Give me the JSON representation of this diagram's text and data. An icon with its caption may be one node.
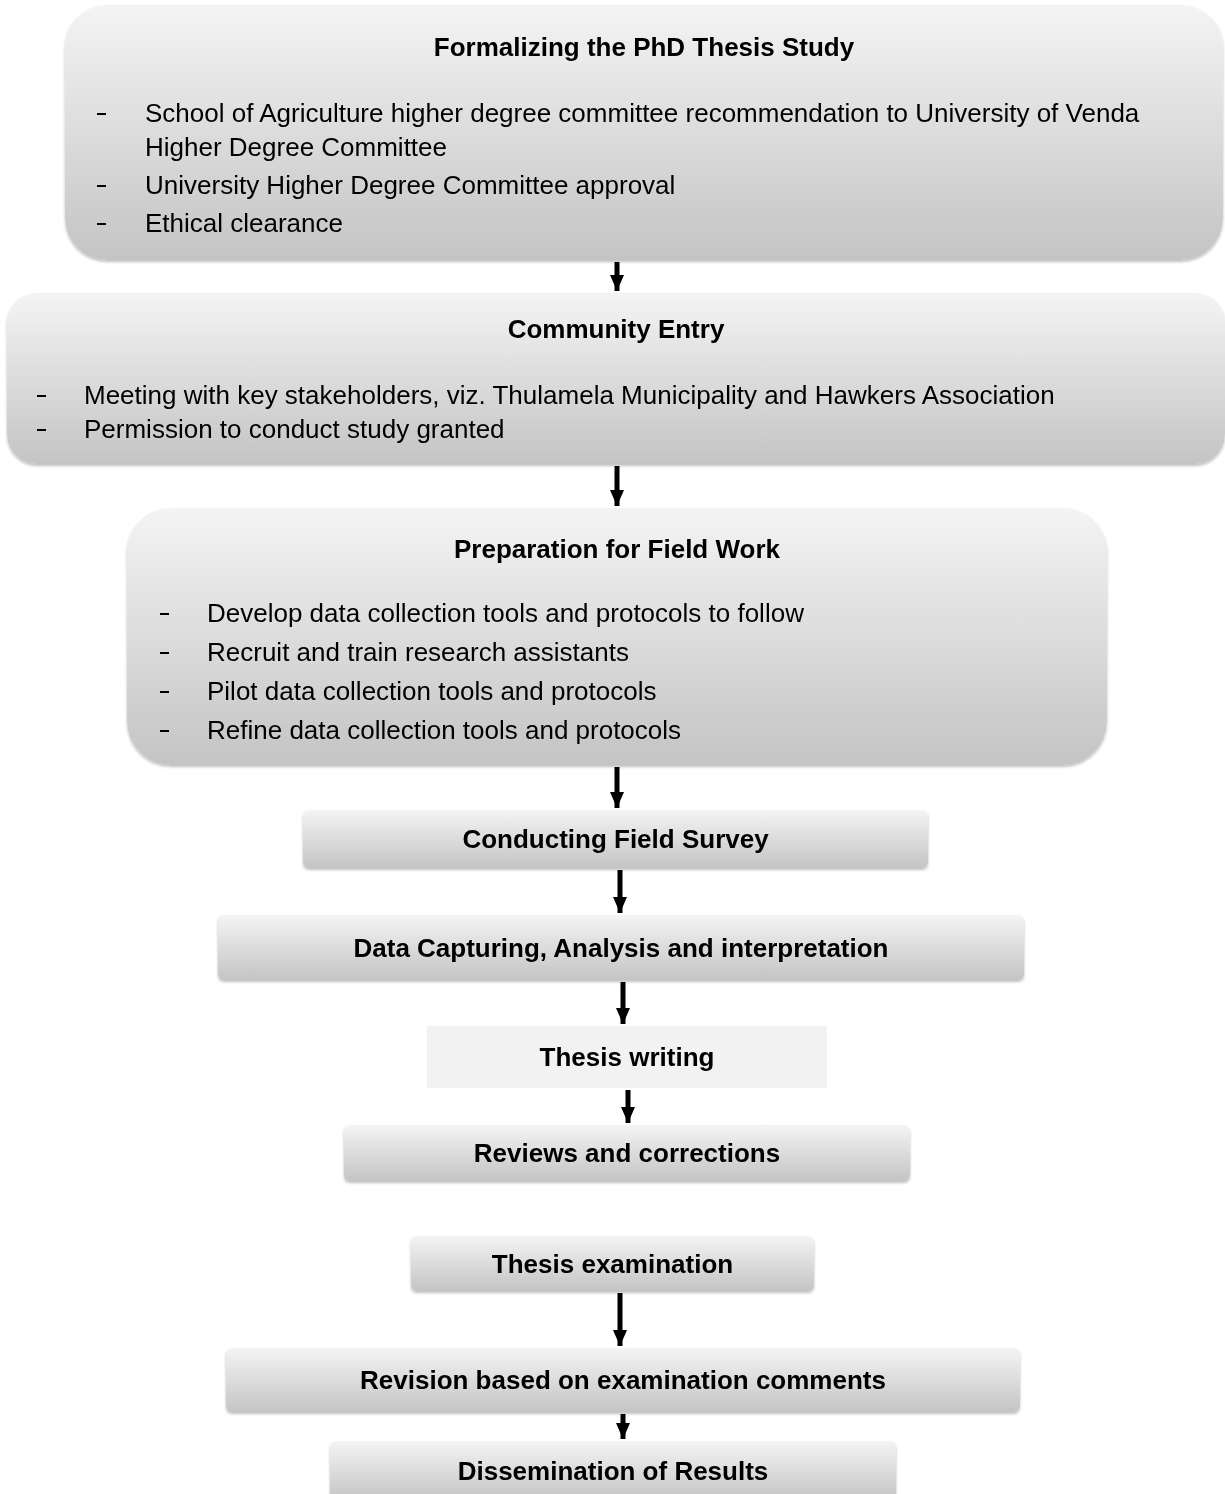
{
  "diagram": {
    "nodes": [
      {
        "text": [
          "Formalizing the PhD Thesis Study",
          "School of Agriculture higher degree committee recommendation to University of Venda Higher Degree Committee",
          "University Higher Degree Committee approval",
          "Ethical clearance"
        ]
      },
      {
        "text": [
          "Community Entry",
          "Meeting with key stakeholders, viz. Thulamela Municipality and Hawkers Association",
          "Permission to conduct study granted"
        ]
      },
      {
        "text": [
          "Preparation for Field Work",
          "Develop data collection tools and protocols to follow",
          "Recruit and train research assistants",
          "Pilot data collection tools and protocols",
          "Refine data collection tools and protocols"
        ]
      },
      {
        "text": [
          "Conducting Field Survey"
        ]
      },
      {
        "text": [
          "Data Capturing, Analysis and interpretation"
        ]
      },
      {
        "text": [
          "Thesis writing"
        ]
      },
      {
        "text": [
          "Reviews and corrections"
        ]
      },
      {
        "text": [
          "Thesis examination"
        ]
      },
      {
        "text": [
          "Revision based on examination comments"
        ]
      },
      {
        "text": [
          "Dissemination of Results"
        ]
      }
    ],
    "edges": [
      {
        "from": 0,
        "to": 1,
        "arrow": "to"
      },
      {
        "from": 1,
        "to": 2,
        "arrow": "to"
      },
      {
        "from": 2,
        "to": 3,
        "arrow": "to"
      },
      {
        "from": 3,
        "to": 4,
        "arrow": "to"
      },
      {
        "from": 4,
        "to": 5,
        "arrow": "to"
      },
      {
        "from": 5,
        "to": 6,
        "arrow": "to"
      },
      {
        "from": 7,
        "to": 8,
        "arrow": "to"
      },
      {
        "from": 8,
        "to": 9,
        "arrow": "to"
      }
    ]
  }
}
